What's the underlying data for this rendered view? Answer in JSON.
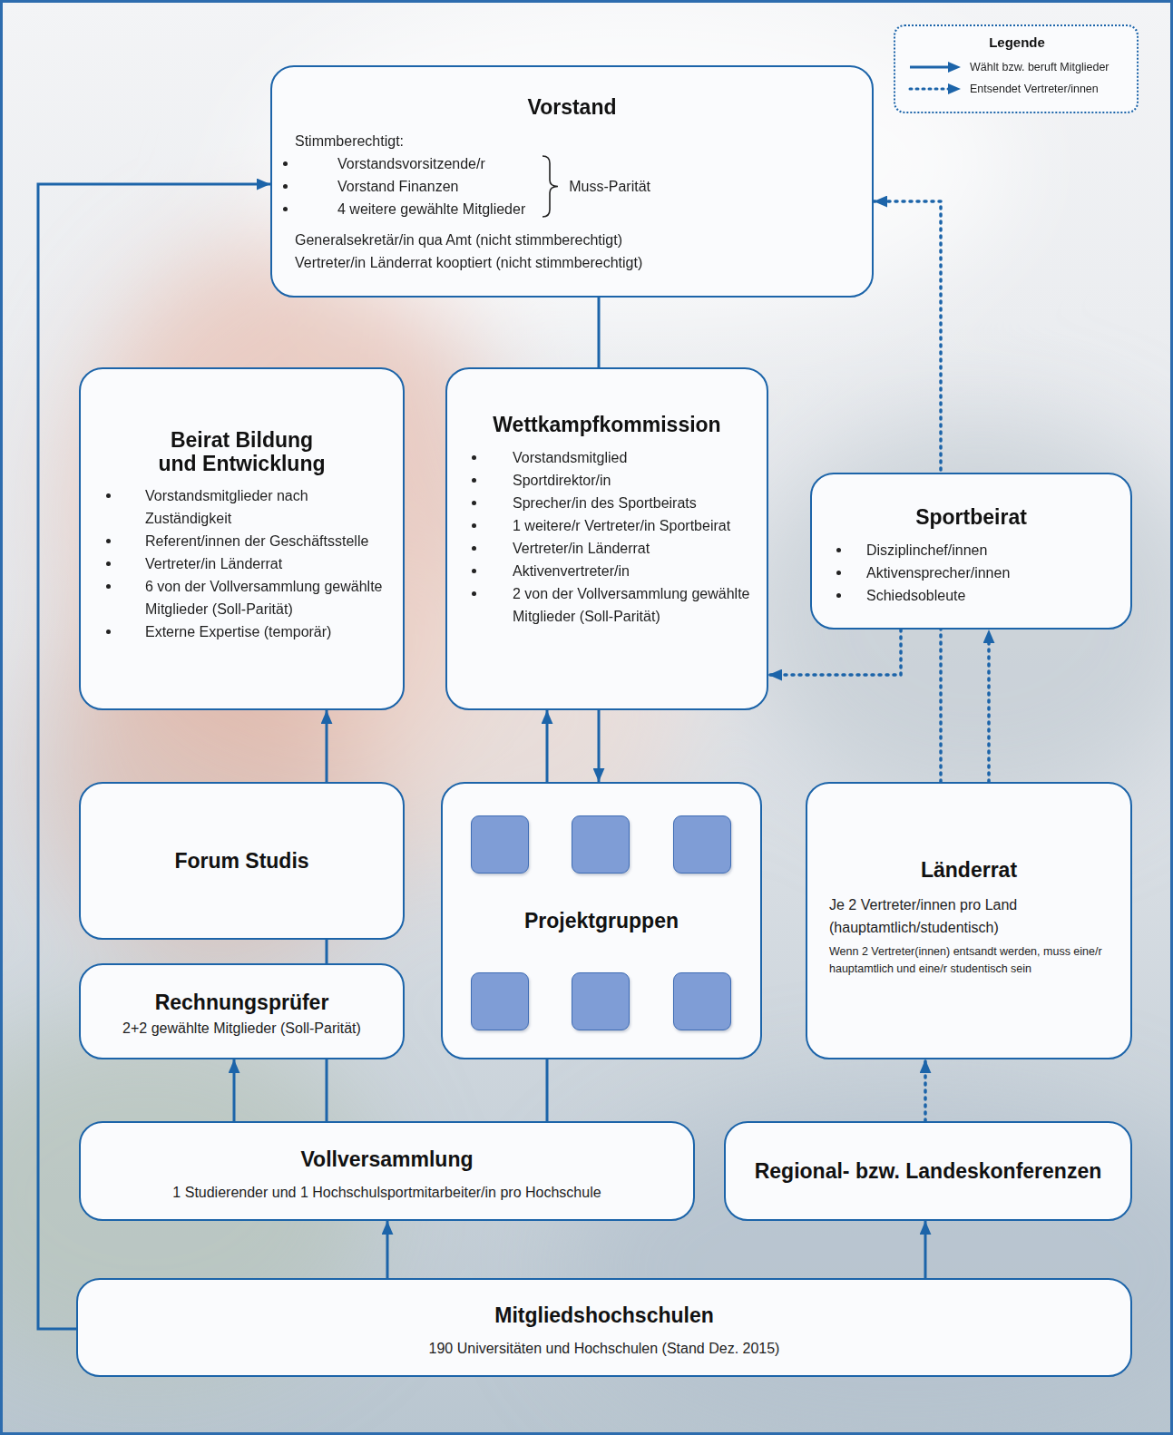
{
  "diagram": {
    "nodes": [
      {
        "text": [
          "Vorstand",
          "Stimmberechtigt:",
          "Vorstandsvorsitzende/r",
          "Vorstand Finanzen",
          "4 weitere gewählte Mitglieder",
          "Muss-Parität",
          "Generalsekretär/in qua Amt (nicht stimmberechtigt)",
          "Vertreter/in Länderrat kooptiert (nicht stimmberechtigt)"
        ]
      },
      {
        "text": [
          "Beirat Bildung und Entwicklung",
          "Vorstandsmitglieder nach Zuständigkeit",
          "Referent/innen der Geschäftsstelle",
          "Vertreter/in Länderrat",
          "6 von der Vollversammlung gewählte Mitglieder (Soll-Parität)",
          "Externe Expertise (temporär)"
        ]
      },
      {
        "text": [
          "Wettkampfkommission",
          "Vorstandsmitglied",
          "Sportdirektor/in",
          "Sprecher/in des Sportbeirats",
          "1 weitere/r Vertreter/in Sportbeirat",
          "Vertreter/in Länderrat",
          "Aktivenvertreter/in",
          "2 von der Vollversammlung gewählte Mitglieder (Soll-Parität)"
        ]
      },
      {
        "text": [
          "Sportbeirat",
          "Disziplinchef/innen",
          "Aktivensprecher/innen",
          "Schiedsobleute"
        ]
      },
      {
        "text": [
          "Forum Studis"
        ]
      },
      {
        "text": [
          "Projektgruppen"
        ]
      },
      {
        "text": [
          "Länderrat",
          "Je 2 Vertreter/innen pro Land (hauptamtlich/studentisch)",
          "Wenn 2 Vertreter(innen) entsandt werden, muss eine/r hauptamtlich und eine/r studentisch sein"
        ]
      },
      {
        "text": [
          "Rechnungsprüfer",
          "2+2 gewählte Mitglieder (Soll-Parität)"
        ]
      },
      {
        "text": [
          "Vollversammlung",
          "1 Studierender und 1 Hochschulsportmitarbeiter/in pro Hochschule"
        ]
      },
      {
        "text": [
          "Regional- bzw. Landeskonferenzen"
        ]
      },
      {
        "text": [
          "Mitgliedshochschulen",
          "190 Universitäten und Hochschulen (Stand Dez. 2015)"
        ]
      }
    ],
    "edges": [
      {
        "from": 10,
        "to": 0,
        "arrow": "to"
      },
      {
        "from": 10,
        "to": 8,
        "arrow": "to"
      },
      {
        "from": 10,
        "to": 9,
        "arrow": "to"
      },
      {
        "from": 8,
        "to": 7,
        "arrow": "to"
      },
      {
        "from": 8,
        "to": 1,
        "arrow": "to"
      },
      {
        "from": 8,
        "to": 2,
        "arrow": "to"
      },
      {
        "from": 0,
        "to": 2,
        "arrow": "none"
      },
      {
        "from": 2,
        "to": 5,
        "arrow": "to"
      },
      {
        "from": 6,
        "to": 0,
        "arrow": "to"
      },
      {
        "from": 6,
        "to": 3,
        "arrow": "to"
      },
      {
        "from": 3,
        "to": 2,
        "arrow": "to"
      },
      {
        "from": 9,
        "to": 6,
        "arrow": "to"
      }
    ],
    "labels": [
      "Legende"
    ],
    "legend": [
      {
        "text": "Wählt bzw. beruft Mitglieder"
      },
      {
        "text": "Entsendet Vertreter/innen"
      }
    ]
  }
}
